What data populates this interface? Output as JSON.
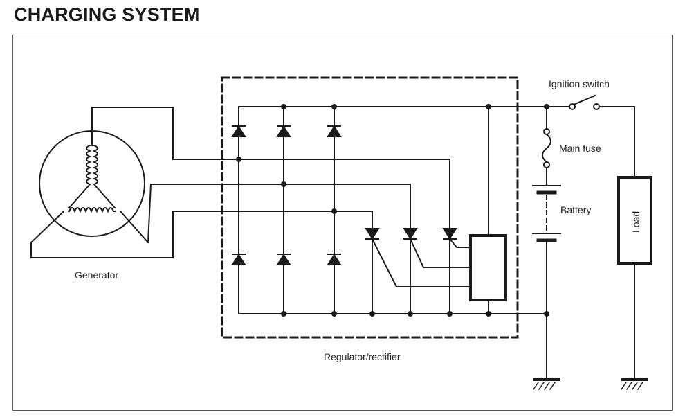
{
  "title": "CHARGING SYSTEM",
  "labels": {
    "generator": "Generator",
    "regulator": "Regulator/rectifier",
    "ignition_switch": "Ignition switch",
    "main_fuse": "Main fuse",
    "battery": "Battery",
    "load": "Load"
  },
  "colors": {
    "ink": "#1a1a1a",
    "background": "#ffffff"
  }
}
